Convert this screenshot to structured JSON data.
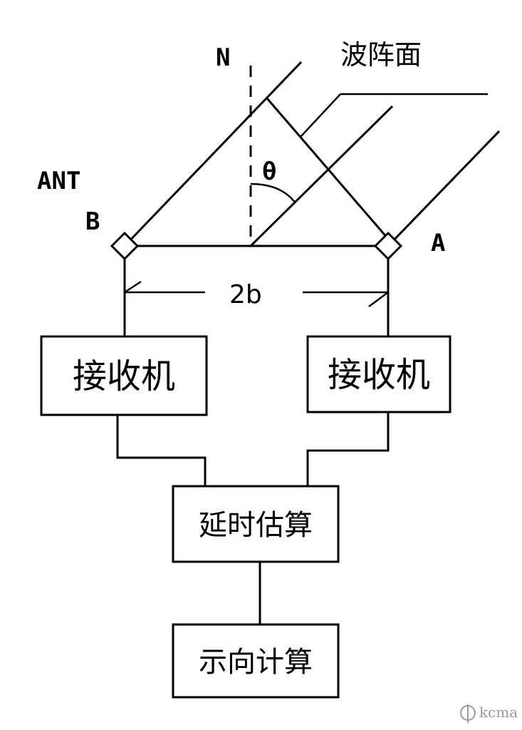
{
  "labels": {
    "north": "N",
    "wavefront": "波阵面",
    "antenna": "ANT",
    "antenna_b": "B",
    "antenna_a": "A",
    "angle": "θ",
    "baseline": "2b"
  },
  "blocks": {
    "receiver_left": "接收机",
    "receiver_right": "接收机",
    "delay_estimation": "延时估算",
    "direction_calc": "示向计算"
  },
  "watermark": "kcma"
}
